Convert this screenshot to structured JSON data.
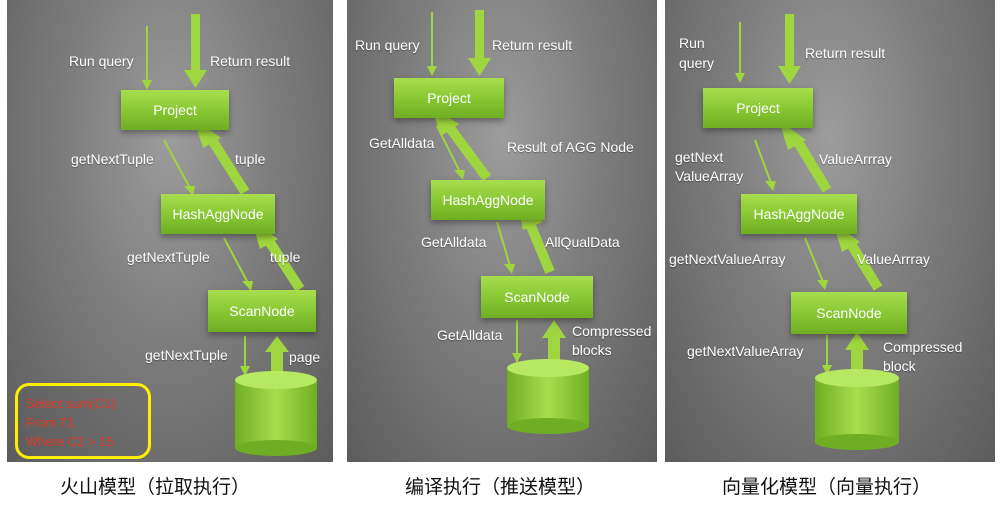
{
  "panels": [
    {
      "nodes": {
        "top": "Project",
        "mid": "HashAggNode",
        "low": "ScanNode"
      },
      "labels": {
        "run": "Run query",
        "ret": "Return result",
        "down1": "getNextTuple",
        "up1": "tuple",
        "down2": "getNextTuple",
        "up2": "tuple",
        "down3": "getNextTuple",
        "up3": "page"
      },
      "sql": [
        "Select sum(C1)",
        "From  T1",
        "Where C2 > 15"
      ],
      "caption": "火山模型（拉取执行）"
    },
    {
      "nodes": {
        "top": "Project",
        "mid": "HashAggNode",
        "low": "ScanNode"
      },
      "labels": {
        "run": "Run query",
        "ret": "Return  result",
        "down1": "GetAlldata",
        "up1": "Result of AGG Node",
        "down2": "GetAlldata",
        "up2": "AllQualData",
        "down3": "GetAlldata",
        "up3_1": "Compressed",
        "up3_2": "blocks"
      },
      "caption": "编译执行（推送模型）"
    },
    {
      "nodes": {
        "top": "Project",
        "mid": "HashAggNode",
        "low": "ScanNode"
      },
      "labels": {
        "run1": "Run",
        "run2": "query",
        "ret": "Return  result",
        "down1_1": "getNext",
        "down1_2": "ValueArray",
        "up1": "ValueArrray",
        "down2": "getNextValueArray",
        "up2": "ValueArrray",
        "down3": "getNextValueArray",
        "up3_1": "Compressed",
        "up3_2": "block"
      },
      "caption": "向量化模型（向量执行）"
    }
  ],
  "colors": {
    "node_green": "#86c632",
    "arrow_green": "#9fd53e",
    "sql_red": "#e03a28",
    "sql_border": "#ffee00"
  }
}
